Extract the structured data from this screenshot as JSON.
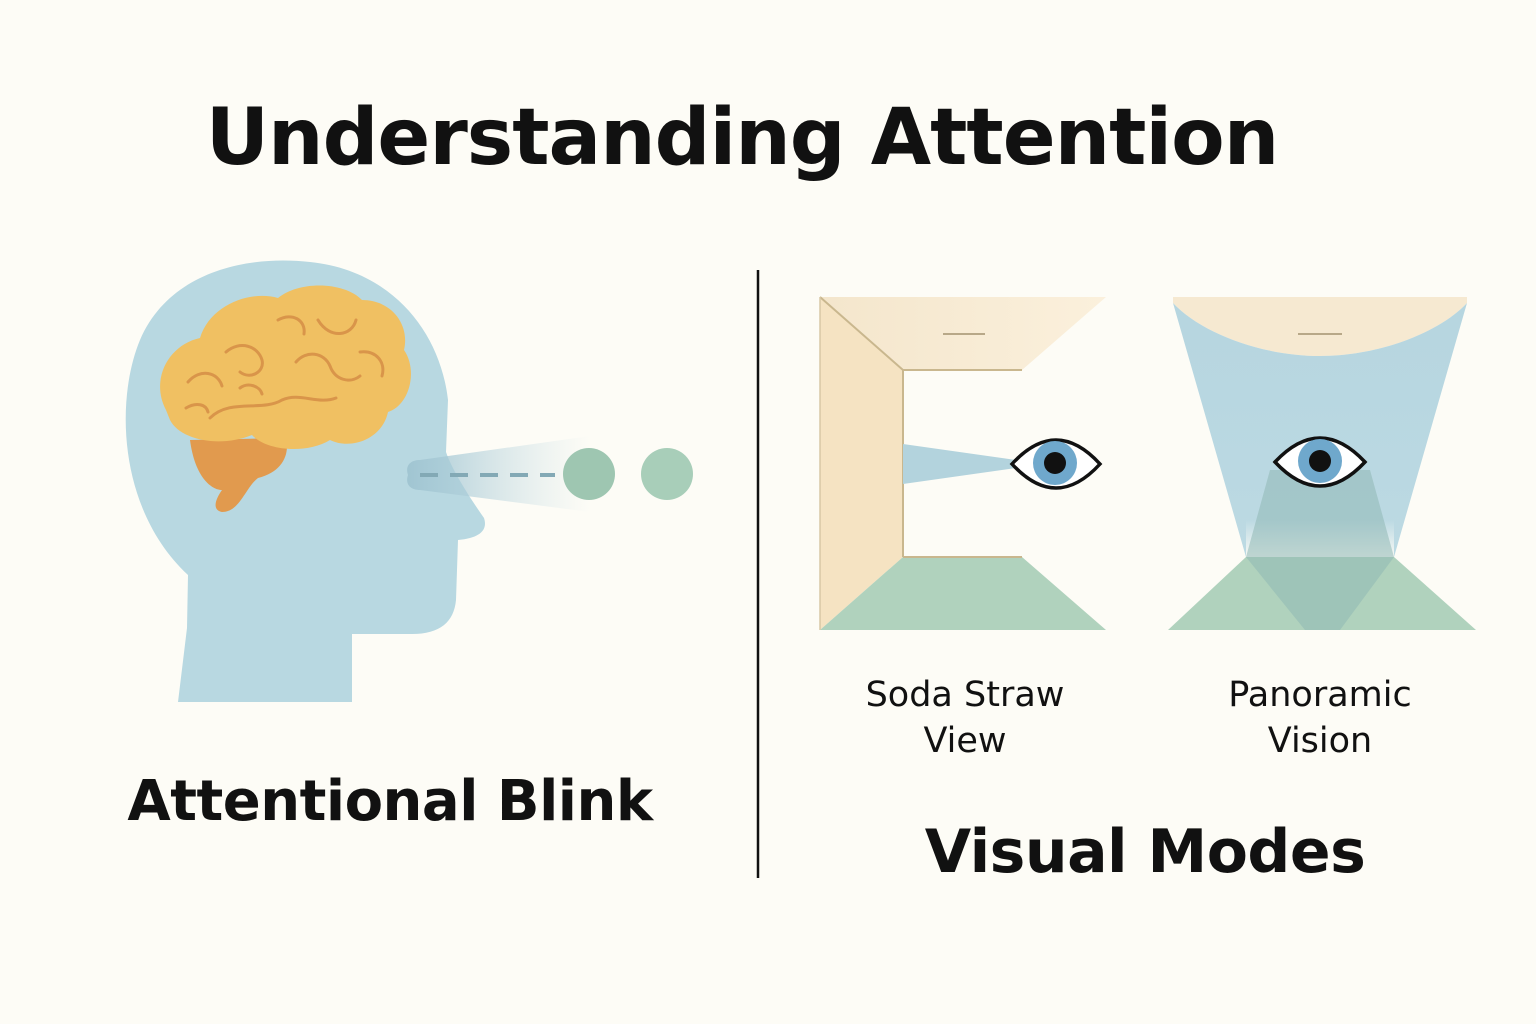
{
  "title": "Understanding Attention",
  "left_panel": {
    "caption": "Attentional Blink"
  },
  "right_panel": {
    "caption": "Visual Modes",
    "modes": [
      {
        "line1": "Soda Straw",
        "line2": "View"
      },
      {
        "line1": "Panoramic",
        "line2": "Vision"
      }
    ]
  },
  "colors": {
    "background": "#fdfcf6",
    "head": "#b8d8e1",
    "brain": "#f0c062",
    "brain_stem": "#e19a4e",
    "target_dot": "#a3c9b4",
    "wall": "#f6e6c8",
    "floor": "#b0d2bd",
    "eye_iris": "#6fa8cc",
    "text": "#111111"
  },
  "icons": [
    "head-icon",
    "brain-icon",
    "eye-icon",
    "corridor-icon",
    "cone-icon"
  ]
}
